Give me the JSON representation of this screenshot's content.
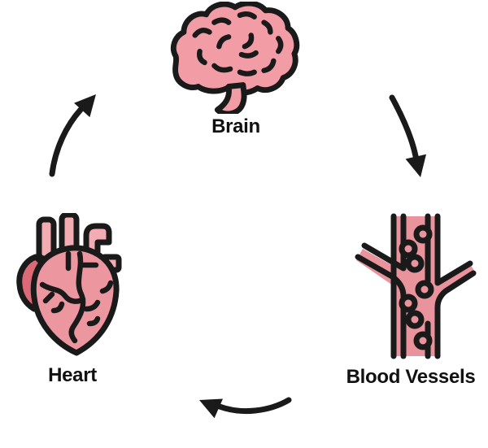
{
  "page": {
    "background": "#FFFFFF"
  },
  "diagram": {
    "type": "cycle",
    "direction": "clockwise",
    "nodes": [
      {
        "id": "brain",
        "label": "Brain",
        "icon": "brain-icon",
        "position": "top-center"
      },
      {
        "id": "blood-vessels",
        "label": "Blood Vessels",
        "icon": "blood-vessels-icon",
        "position": "bottom-right"
      },
      {
        "id": "heart",
        "label": "Heart",
        "icon": "heart-icon",
        "position": "bottom-left"
      }
    ],
    "edges": [
      {
        "from": "Brain",
        "to": "Blood Vessels",
        "arrow": "curved, pointing down-right"
      },
      {
        "from": "Blood Vessels",
        "to": "Heart",
        "arrow": "curved, pointing left"
      },
      {
        "from": "Heart",
        "to": "Brain",
        "arrow": "curved, pointing up-right"
      }
    ],
    "colors": {
      "outline": "#1A1A1A",
      "text": "#111111",
      "brain_fill": "#F29DA5",
      "vessel_fill": "#E9939C",
      "heart_body": "#EC97A0",
      "heart_lobe": "#DB6A76",
      "heart_tube": "#F4ACB3",
      "background": "#FFFFFF"
    }
  }
}
